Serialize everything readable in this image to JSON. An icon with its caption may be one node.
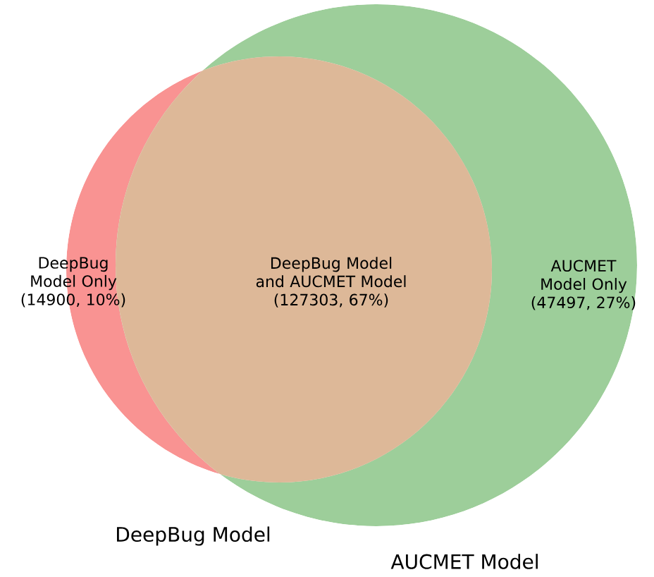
{
  "diagram": {
    "nodes": [
      {
        "text": [
          "DeepBug Model Only (14900, 10%)"
        ]
      },
      {
        "text": [
          "DeepBug Model and AUCMET Model (127303, 67%)"
        ]
      },
      {
        "text": [
          "AUCMET Model Only (47497, 27%)"
        ]
      }
    ],
    "labels": [
      "DeepBug Model",
      "AUCMET Model"
    ]
  }
}
